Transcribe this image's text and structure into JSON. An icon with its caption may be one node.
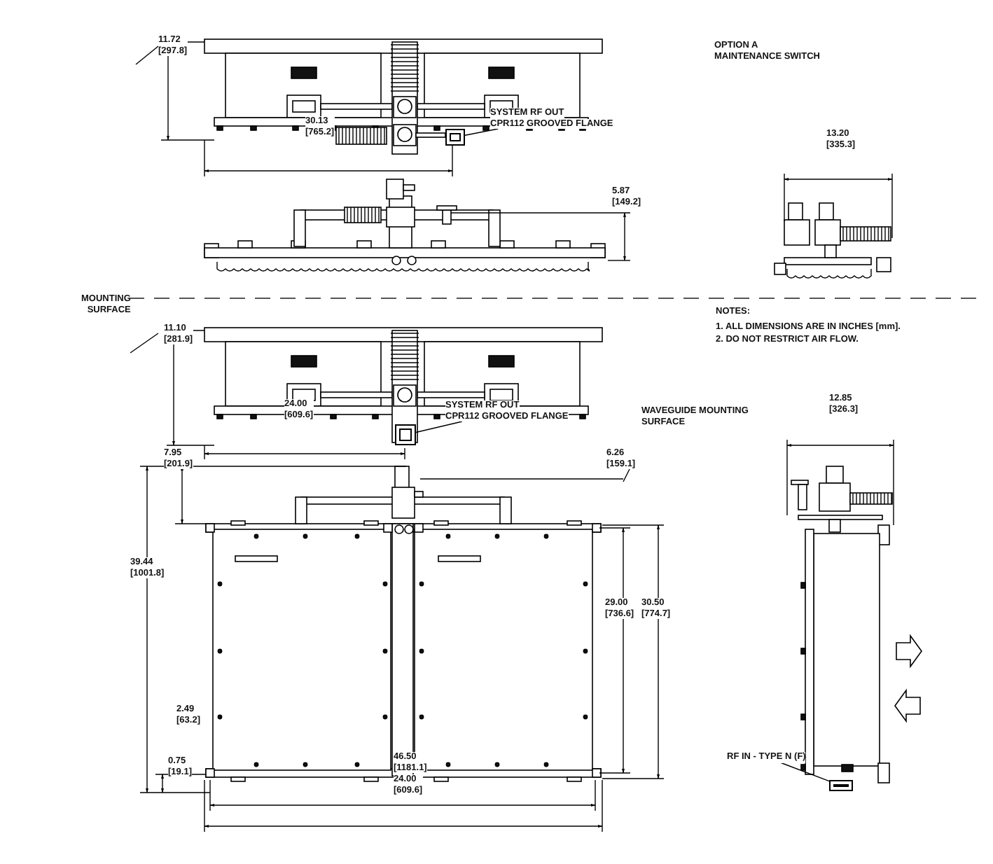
{
  "diagram": {
    "nodes": [
      {
        "text": [
          "SYSTEM RF OUT",
          "CPR112 GROOVED FLANGE"
        ]
      },
      {
        "text": [],
        "shape": "box"
      },
      {
        "text": [
          "SYSTEM RF OUT",
          "CPR112 GROOVED FLANGE"
        ]
      },
      {
        "text": [],
        "shape": "box"
      },
      {
        "text": [
          "RF IN - TYPE N (F)"
        ]
      },
      {
        "text": [],
        "shape": "box"
      }
    ],
    "edges": [
      {
        "from": 0,
        "to": 1,
        "arrow": "none"
      },
      {
        "from": 2,
        "to": 3,
        "arrow": "none"
      },
      {
        "from": 4,
        "to": 5,
        "arrow": "none"
      }
    ],
    "labels": [
      "11.72 [297.8]",
      "OPTION A",
      "MAINTENANCE SWITCH",
      "30.13 [765.2]",
      "13.20 [335.3]",
      "5.87 [149.2]",
      "MOUNTING SURFACE",
      "NOTES:",
      "1. ALL DIMENSIONS ARE IN INCHES [mm].",
      "2. DO NOT RESTRICT AIR FLOW.",
      "11.10 [281.9]",
      "24.00 [609.6]",
      "WAVEGUIDE MOUNTING SURFACE",
      "12.85 [326.3]",
      "7.95 [201.9]",
      "6.26 [159.1]",
      "39.44 [1001.8]",
      "29.00 [736.6]",
      "30.50 [774.7]",
      "2.49 [63.2]",
      "0.75 [19.1]",
      "46.50 [1181.1]",
      "24.00 [609.6]"
    ]
  }
}
